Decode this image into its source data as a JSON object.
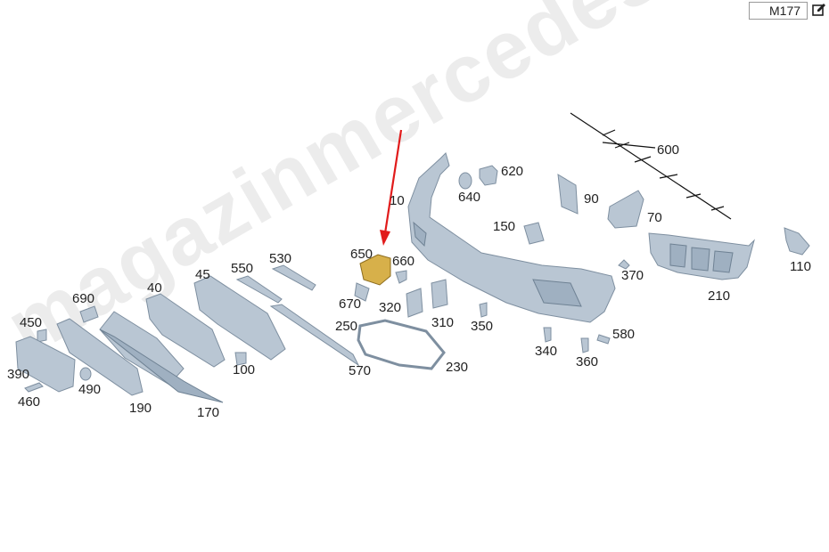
{
  "header": {
    "model_code": "M177"
  },
  "watermark": {
    "text": "magazinmercedes.ru"
  },
  "icons": {
    "edit": "edit-icon",
    "arrow": "red-arrow"
  },
  "colors": {
    "part": "#b9c6d3",
    "highlight_part": "#d7b04a",
    "arrow": "#e11b1b"
  },
  "callouts": [
    {
      "id": "600",
      "label": "600"
    },
    {
      "id": "620",
      "label": "620"
    },
    {
      "id": "640",
      "label": "640"
    },
    {
      "id": "10",
      "label": "10"
    },
    {
      "id": "90",
      "label": "90"
    },
    {
      "id": "70",
      "label": "70"
    },
    {
      "id": "150",
      "label": "150"
    },
    {
      "id": "110",
      "label": "110"
    },
    {
      "id": "650",
      "label": "650"
    },
    {
      "id": "660",
      "label": "660"
    },
    {
      "id": "530",
      "label": "530"
    },
    {
      "id": "550",
      "label": "550"
    },
    {
      "id": "45",
      "label": "45"
    },
    {
      "id": "40",
      "label": "40"
    },
    {
      "id": "370",
      "label": "370"
    },
    {
      "id": "210",
      "label": "210"
    },
    {
      "id": "670",
      "label": "670"
    },
    {
      "id": "320",
      "label": "320"
    },
    {
      "id": "310",
      "label": "310"
    },
    {
      "id": "350",
      "label": "350"
    },
    {
      "id": "690",
      "label": "690"
    },
    {
      "id": "450",
      "label": "450"
    },
    {
      "id": "250",
      "label": "250"
    },
    {
      "id": "580",
      "label": "580"
    },
    {
      "id": "340",
      "label": "340"
    },
    {
      "id": "360",
      "label": "360"
    },
    {
      "id": "230",
      "label": "230"
    },
    {
      "id": "570",
      "label": "570"
    },
    {
      "id": "100",
      "label": "100"
    },
    {
      "id": "390",
      "label": "390"
    },
    {
      "id": "490",
      "label": "490"
    },
    {
      "id": "460",
      "label": "460"
    },
    {
      "id": "190",
      "label": "190"
    },
    {
      "id": "170",
      "label": "170"
    }
  ]
}
